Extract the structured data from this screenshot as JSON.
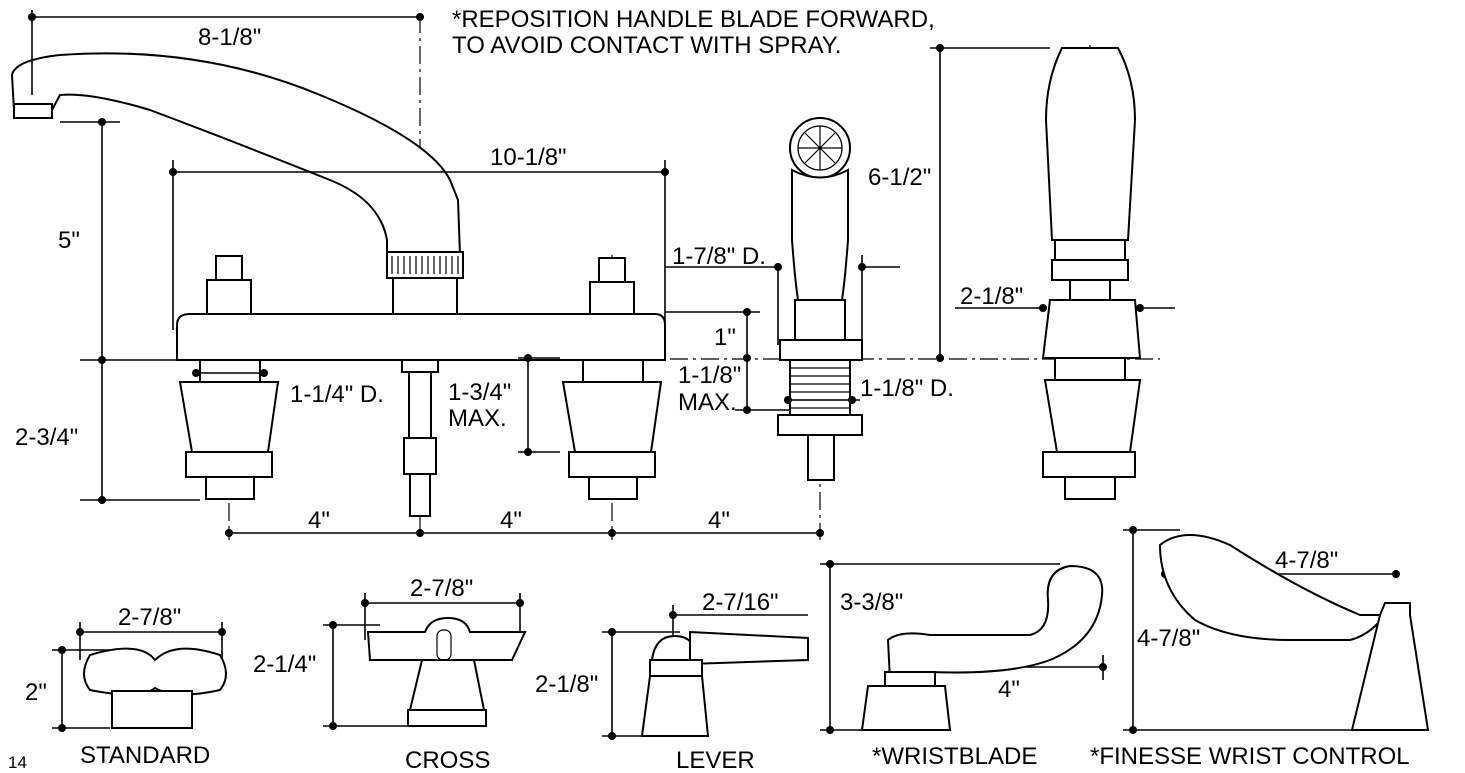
{
  "note": {
    "line1": "*REPOSITION HANDLE BLADE FORWARD,",
    "line2": "TO AVOID CONTACT WITH SPRAY."
  },
  "dims": {
    "spout_reach": "8-1/8\"",
    "overall_width": "10-1/8\"",
    "spout_height": "5\"",
    "below_deck": "2-3/4\"",
    "shank_dia": "1-1/4\" D.",
    "max_deck": "1-3/4\"",
    "max_deck_2": "MAX.",
    "spray_dia": "1-7/8\" D.",
    "spray_height": "6-1/2\"",
    "spray_base": "1\"",
    "spray_max": "1-1/8\"",
    "spray_max_2": "MAX.",
    "spray_hole": "1-1/8\" D.",
    "handle_dia": "2-1/8\"",
    "spacing_1": "4\"",
    "spacing_2": "4\"",
    "spacing_3": "4\""
  },
  "handles": [
    {
      "name": "STANDARD",
      "width": "2-7/8\"",
      "height": "2\""
    },
    {
      "name": "CROSS",
      "width": "2-7/8\"",
      "height": "2-1/4\""
    },
    {
      "name": "LEVER",
      "width": "2-7/16\"",
      "height": "2-1/8\""
    },
    {
      "name": "*WRISTBLADE",
      "width": "4\"",
      "height": "3-3/8\""
    },
    {
      "name": "*FINESSE WRIST CONTROL",
      "width": "4-7/8\"",
      "height": "4-7/8\""
    }
  ],
  "page_number": "14"
}
